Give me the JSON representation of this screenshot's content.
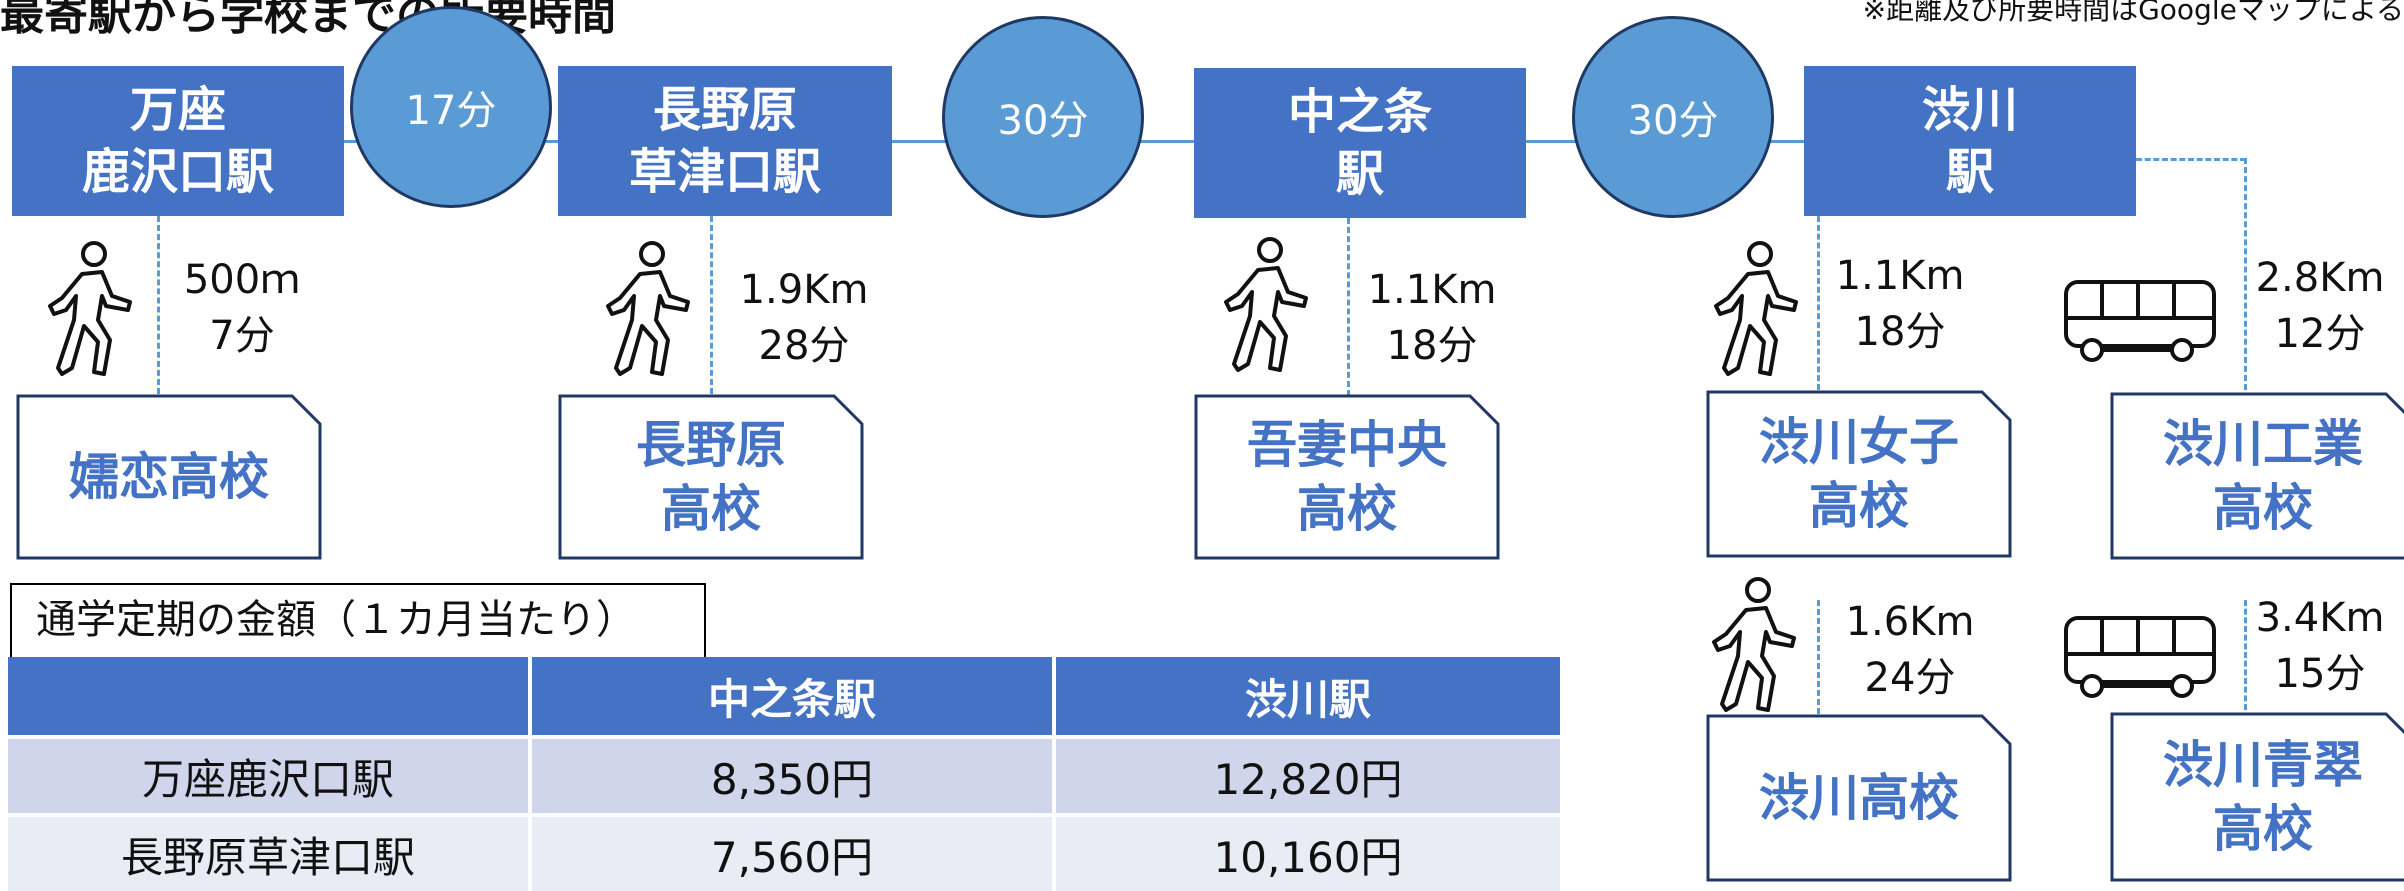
{
  "header": {
    "title": "最寄駅から学校までの所要時間",
    "note": "※距離及び所要時間はGoogleマップによる"
  },
  "stations": [
    {
      "name": "万座\n鹿沢口駅"
    },
    {
      "name": "長野原\n草津口駅"
    },
    {
      "name": "中之条\n駅"
    },
    {
      "name": "渋川\n駅"
    }
  ],
  "train_times": [
    "17分",
    "30分",
    "30分"
  ],
  "routes": [
    {
      "mode": "walk",
      "distance": "500ｍ",
      "time": "7分",
      "school": "嬬恋高校"
    },
    {
      "mode": "walk",
      "distance": "1.9Km",
      "time": "28分",
      "school": "長野原\n高校"
    },
    {
      "mode": "walk",
      "distance": "1.1Km",
      "time": "18分",
      "school": "吾妻中央\n高校"
    },
    {
      "mode": "walk",
      "distance": "1.1Km",
      "time": "18分",
      "school": "渋川女子\n高校"
    },
    {
      "mode": "bus",
      "distance": "2.8Km",
      "time": "12分",
      "school": "渋川工業\n高校"
    },
    {
      "mode": "walk",
      "distance": "1.6Km",
      "time": "24分",
      "school": "渋川高校"
    },
    {
      "mode": "bus",
      "distance": "3.4Km",
      "time": "15分",
      "school": "渋川青翠\n高校"
    }
  ],
  "icons": {
    "walk": "walking-person-icon",
    "bus": "bus-icon"
  },
  "colors": {
    "station": "#4472c4",
    "circle": "#5b9bd5",
    "school_text": "#4472c4"
  },
  "fare": {
    "title": "通学定期の金額（１カ月当たり）",
    "headers": [
      "",
      "中之条駅",
      "渋川駅"
    ],
    "rows": [
      [
        "万座鹿沢口駅",
        "8,350円",
        "12,820円"
      ],
      [
        "長野原草津口駅",
        "7,560円",
        "10,160円"
      ]
    ]
  }
}
